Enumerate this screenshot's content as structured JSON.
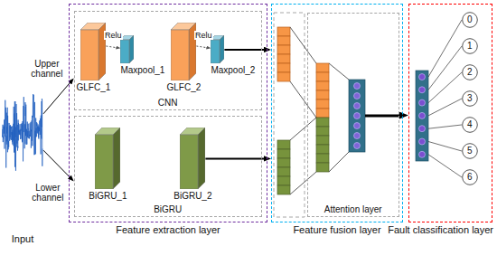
{
  "diagram": {
    "nodes": [
      {
        "text": [
          "Input"
        ]
      },
      {
        "text": [
          "Feature extraction layer"
        ]
      },
      {
        "text": [
          "CNN"
        ],
        "in": 1
      },
      {
        "text": [
          "GLFC_1"
        ],
        "in": 2
      },
      {
        "text": [
          "Maxpool_1"
        ],
        "in": 2
      },
      {
        "text": [
          "GLFC_2"
        ],
        "in": 2
      },
      {
        "text": [
          "Maxpool_2"
        ],
        "in": 2
      },
      {
        "text": [
          "BiGRU"
        ],
        "in": 1
      },
      {
        "text": [
          "BiGRU_1"
        ],
        "in": 7
      },
      {
        "text": [
          "BiGRU_2"
        ],
        "in": 7
      },
      {
        "text": [
          "Feature fusion layer"
        ]
      },
      {
        "text": [
          "Attention layer"
        ],
        "in": 10
      },
      {
        "text": [
          "Fault classification layer"
        ]
      },
      {
        "text": [
          "0"
        ],
        "in": 12
      },
      {
        "text": [
          "1"
        ],
        "in": 12
      },
      {
        "text": [
          "2"
        ],
        "in": 12
      },
      {
        "text": [
          "3"
        ],
        "in": 12
      },
      {
        "text": [
          "4"
        ],
        "in": 12
      },
      {
        "text": [
          "5"
        ],
        "in": 12
      },
      {
        "text": [
          "6"
        ],
        "in": 12
      }
    ],
    "edges": [
      {
        "from": 0,
        "to": 2,
        "label": "Upper channel",
        "arrow": "to"
      },
      {
        "from": 0,
        "to": 7,
        "label": "Lower channel",
        "arrow": "to"
      },
      {
        "from": 3,
        "to": 4,
        "label": "Relu",
        "arrow": "to"
      },
      {
        "from": 5,
        "to": 6,
        "label": "Relu",
        "arrow": "to"
      },
      {
        "from": 6,
        "to": 10,
        "arrow": "to"
      },
      {
        "from": 9,
        "to": 10,
        "arrow": "to"
      },
      {
        "from": 11,
        "to": 12,
        "arrow": "to"
      }
    ]
  }
}
